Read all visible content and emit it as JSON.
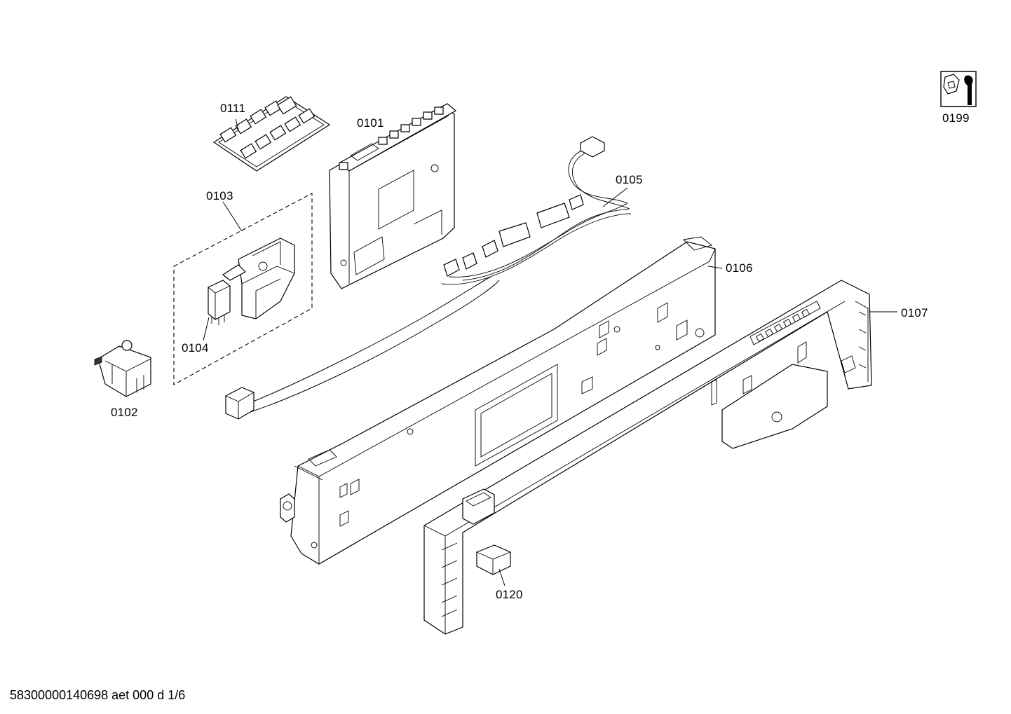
{
  "labels": {
    "p0111": "0111",
    "p0101": "0101",
    "p0103": "0103",
    "p0104": "0104",
    "p0102": "0102",
    "p0105": "0105",
    "p0106": "0106",
    "p0107": "0107",
    "p0120": "0120",
    "p0199": "0199"
  },
  "footer": "58300000140698 aet 000 d 1/6",
  "icons": {
    "service": "service-tool-icon"
  }
}
